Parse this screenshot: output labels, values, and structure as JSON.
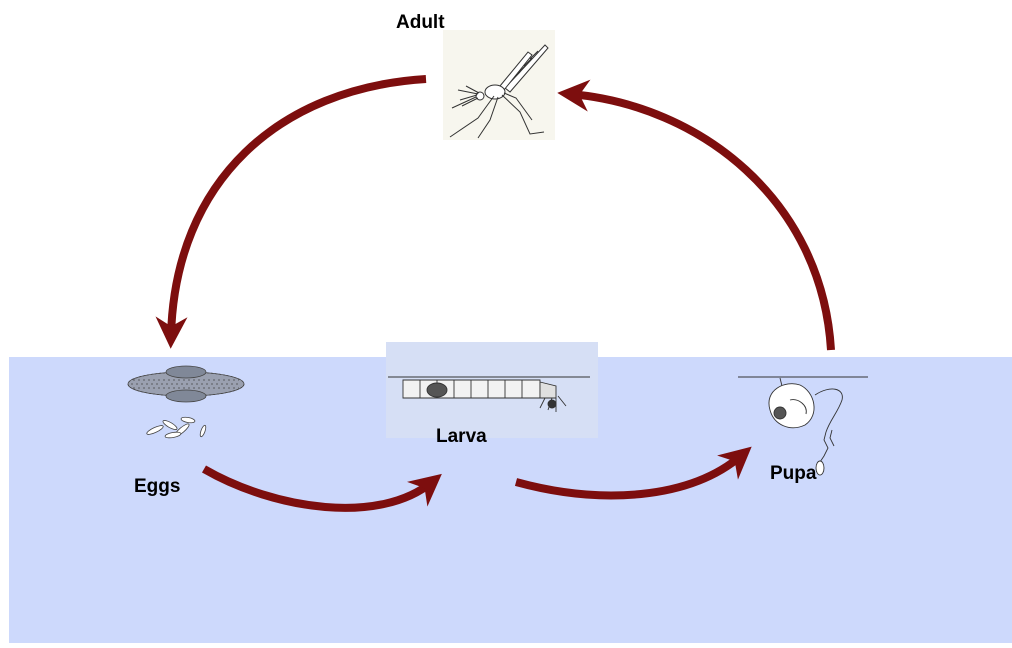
{
  "diagram": {
    "stages": {
      "adult": "Adult",
      "eggs": "Eggs",
      "larva": "Larva",
      "pupa": "Pupa"
    }
  },
  "colors": {
    "water": "#cdd9fc",
    "arrow": "#7d0e0e",
    "arrow_edge": "#5a0606",
    "sketch": "#333333",
    "adult_bg": "#f7f6ee"
  }
}
